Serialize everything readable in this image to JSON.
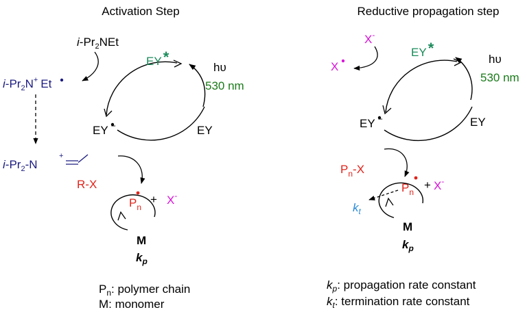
{
  "colors": {
    "text": "#000000",
    "amine": "#1a1a80",
    "excited": "#1a8a5a",
    "light": "#1a7a1a",
    "halide": "#e0241b",
    "anion": "#d814d8",
    "termination": "#2a8ad8"
  },
  "left": {
    "title": "Activation Step",
    "amine": {
      "prefix": "i",
      "mid": "-Pr",
      "sub": "2",
      "tail": "NEt"
    },
    "aminium": {
      "prefix": "i",
      "mid": "-Pr",
      "sub": "2",
      "n": "N",
      "sup": "+",
      "tail": "Et"
    },
    "iminium": {
      "prefix": "i",
      "mid": "-Pr",
      "sub": "2",
      "tail": "-N",
      "sup": "+"
    },
    "ey_star": "EY",
    "star": "*",
    "hv": "hυ",
    "wavelength": "530 nm",
    "ey_radical": "EY",
    "ey_radical_sup": "−",
    "ey": "EY",
    "rx": "R-X",
    "pn": "P",
    "pn_sub": "n",
    "plus": "+",
    "x_anion": "X",
    "x_anion_sup": "-",
    "monomer": "M",
    "kp": "k",
    "kp_sub": "p",
    "legend_pn": "P",
    "legend_pn_sub": "n",
    "legend_pn_text": ": polymer chain",
    "legend_m": "M: monomer"
  },
  "right": {
    "title": "Reductive propagation step",
    "x_anion": "X",
    "x_anion_sup": "-",
    "x_radical": "X",
    "ey_star": "EY",
    "star": "*",
    "hv": "hυ",
    "wavelength": "530 nm",
    "ey_radical": "EY",
    "ey_radical_sup": "−",
    "ey": "EY",
    "pnx": "P",
    "pnx_sub": "n",
    "pnx_tail": "-X",
    "pn": "P",
    "pn_sub": "n",
    "plus": "+",
    "x_anion2": "X",
    "x_anion2_sup": "-",
    "kt": "k",
    "kt_sub": "t",
    "monomer": "M",
    "kp": "k",
    "kp_sub": "p",
    "legend_kp": "k",
    "legend_kp_sub": "p",
    "legend_kp_text": ": propagation rate constant",
    "legend_kt": "k",
    "legend_kt_sub": "t",
    "legend_kt_text": ": termination rate constant"
  }
}
